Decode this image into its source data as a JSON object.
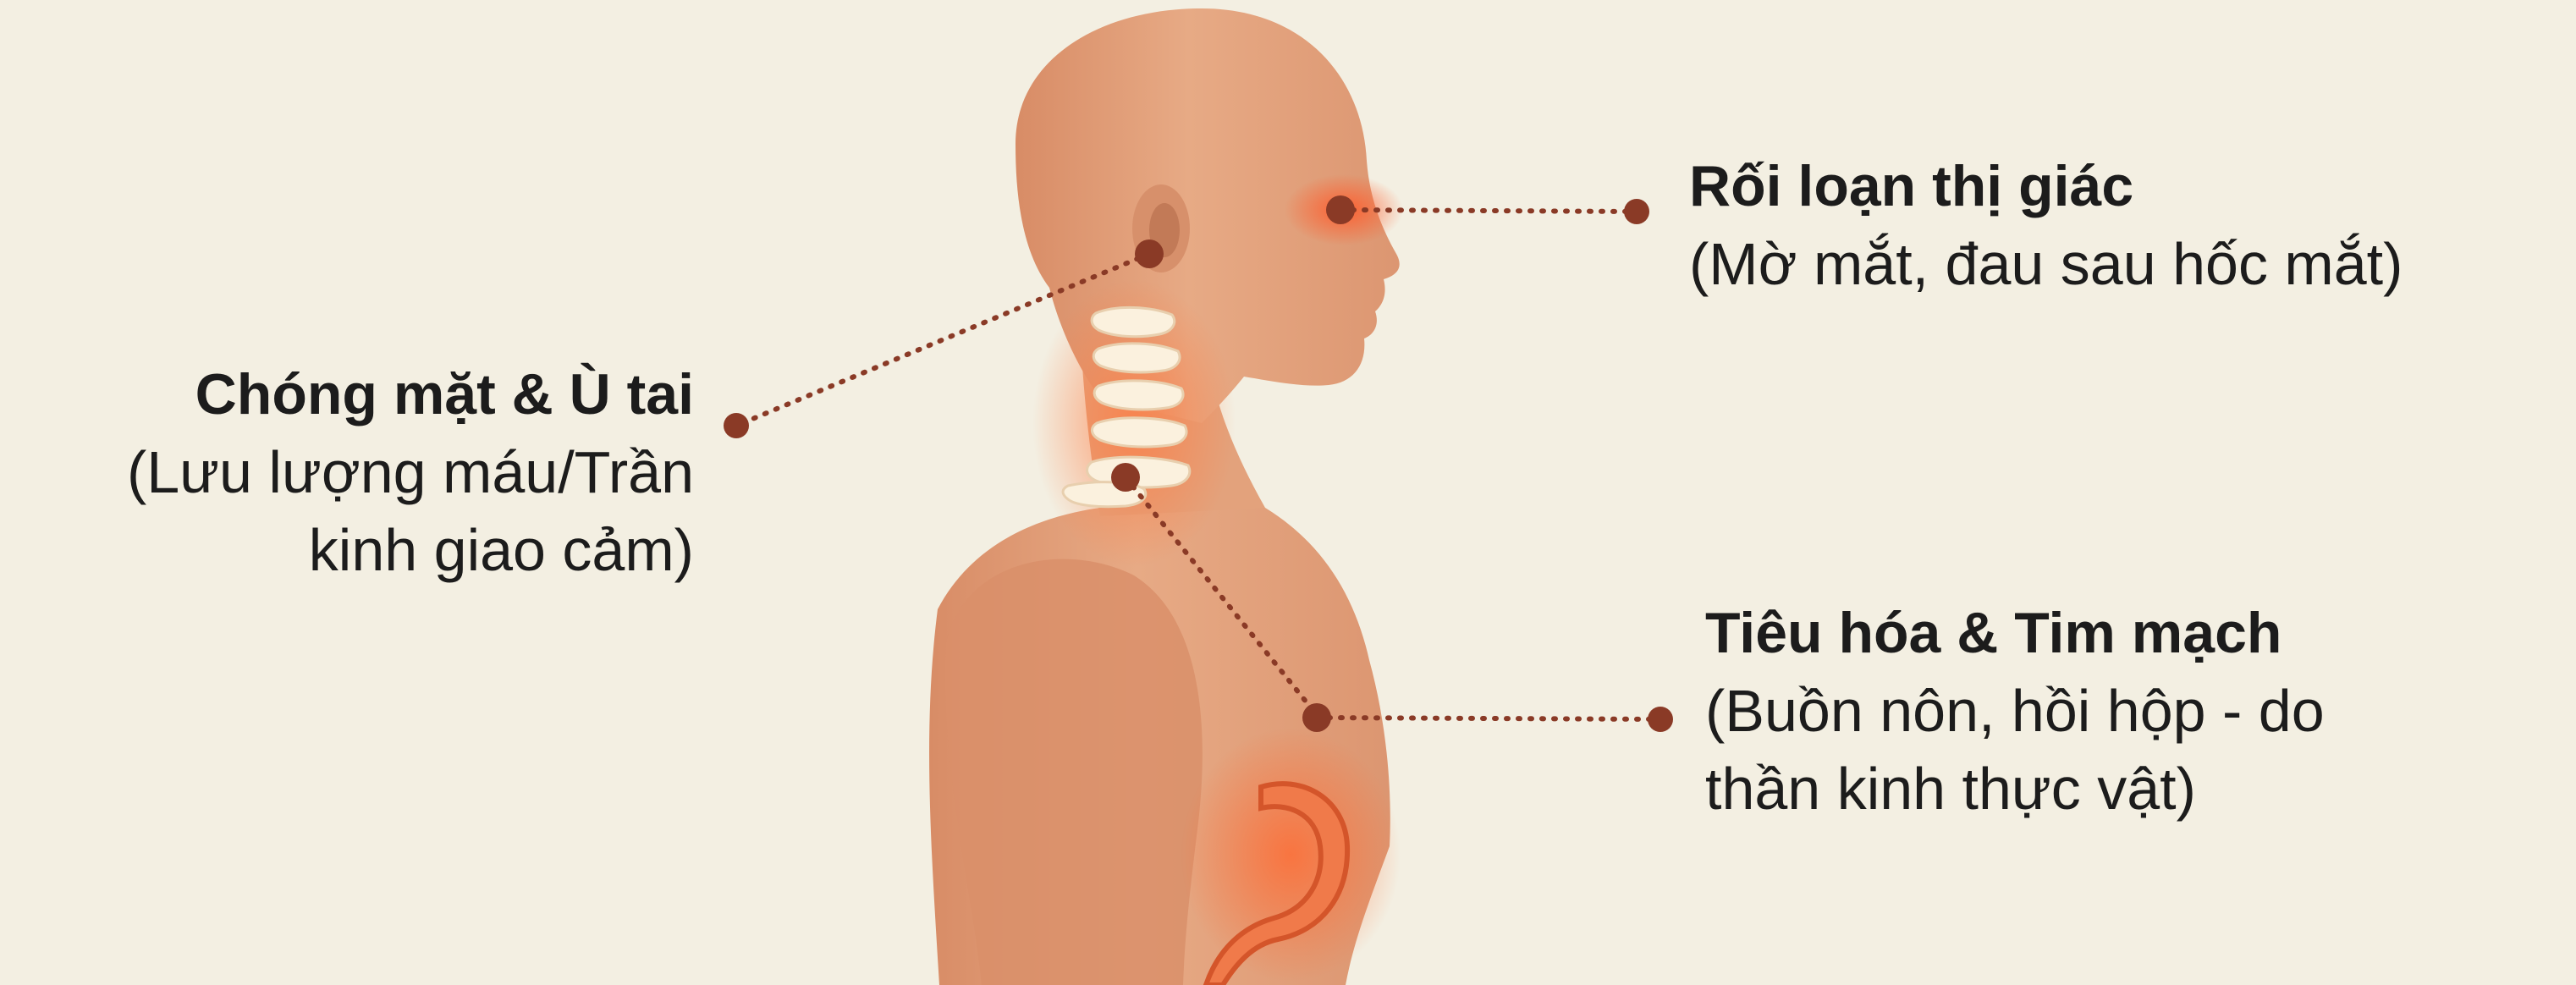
{
  "colors": {
    "background": "#f3efe2",
    "skin": "#e6a57f",
    "skin_shadow": "#c97f5a",
    "callout": "#8a3a26",
    "glow": "#f26a3a",
    "spine": "#fbf1de",
    "text": "#1c1c1c"
  },
  "callouts": [
    {
      "title": "Rối loạn thị giác",
      "detail": "(Mờ mắt, đau sau hốc mắt)",
      "marker": "eye"
    },
    {
      "title": "Chóng mặt & Ù tai",
      "detail_line1": "(Lưu lượng máu/Trần",
      "detail_line2": "kinh giao cảm)",
      "marker": "ear"
    },
    {
      "title": "Tiêu hóa & Tim mạch",
      "detail_line1": "(Buồn nôn, hồi hộp - do",
      "detail_line2": "thần kinh thực vật)",
      "marker": "chest"
    }
  ]
}
